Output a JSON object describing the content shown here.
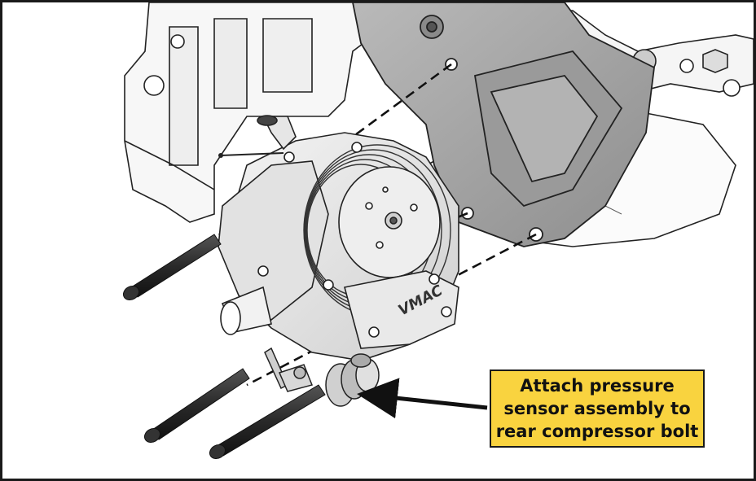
{
  "callout": {
    "text": "Attach pressure\nsensor assembly to\nrear compressor bolt"
  },
  "brand_mark": "VMAC",
  "colors": {
    "callout_fill": "#f9d33f",
    "line": "#1a1a1a",
    "bracket_gray": "#a9a9a9",
    "body_light": "#ececec",
    "background": "#ffffff"
  },
  "icons": [
    "compressor-illustration",
    "mounting-bracket",
    "bolt",
    "pressure-sensor",
    "leader-arrow"
  ]
}
